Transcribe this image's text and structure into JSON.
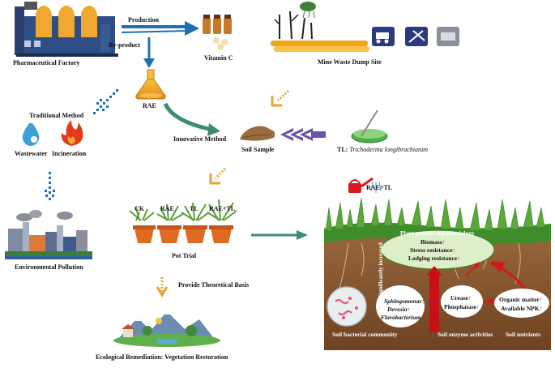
{
  "labels": {
    "pharma_factory": "Pharmaceutical Factory",
    "production": "Production",
    "by_product": "By-product",
    "vitamin_c": "Vitamin C",
    "rae": "RAE",
    "mine_site": "Mine Waste Dump Site",
    "traditional_method": "Traditional Method",
    "wastewater": "Wastewater",
    "incineration": "Incineration",
    "innovative_method": "Innovative Method",
    "soil_sample": "Soil Sample",
    "tl_prefix": "TL: ",
    "tl_species": "Trichoderma longibrachiatum",
    "env_pollution": "Environmental Pollution",
    "ck": "CK",
    "pot_rae": "RAE",
    "pot_tl": "TL",
    "pot_rae_tl": "RAE+TL",
    "pot_trial": "Pot Trial",
    "theoretical_basis": "Provide Theoretical Basis",
    "eco_remediation": "Ecological Remediation: Vegetation Restoration",
    "watering": "RAE+TL",
    "plant_growth": "Plant growth and physiology",
    "biomass": "Biomass",
    "stress_resistance": "Stress resistance",
    "lodging_resistance": "Lodging resistance",
    "significantly_increased": "Significantly increased",
    "bact_1": "Sphingomonas",
    "bact_2": "Devosia",
    "bact_3": "Flavobacterium",
    "urease": "Urease",
    "phosphatase": "Phosphatase",
    "organic_matter": "Organic matter",
    "available_npk": "Available NPK",
    "soil_bacterial": "Soil bacterial community",
    "soil_enzyme": "Soil enzyme activities",
    "soil_nutrients": "Soil nutrients",
    "up_arrow": "↑"
  },
  "colors": {
    "blue_arrow": "#1f6fb5",
    "dark_blue": "#1d3f8f",
    "orange": "#e6a436",
    "teal": "#3d8c72",
    "purple": "#6b52a8",
    "red": "#d11b1b",
    "soil": "#8a5a34",
    "grass": "#4a9a2e",
    "oval": "#dcefc8"
  }
}
